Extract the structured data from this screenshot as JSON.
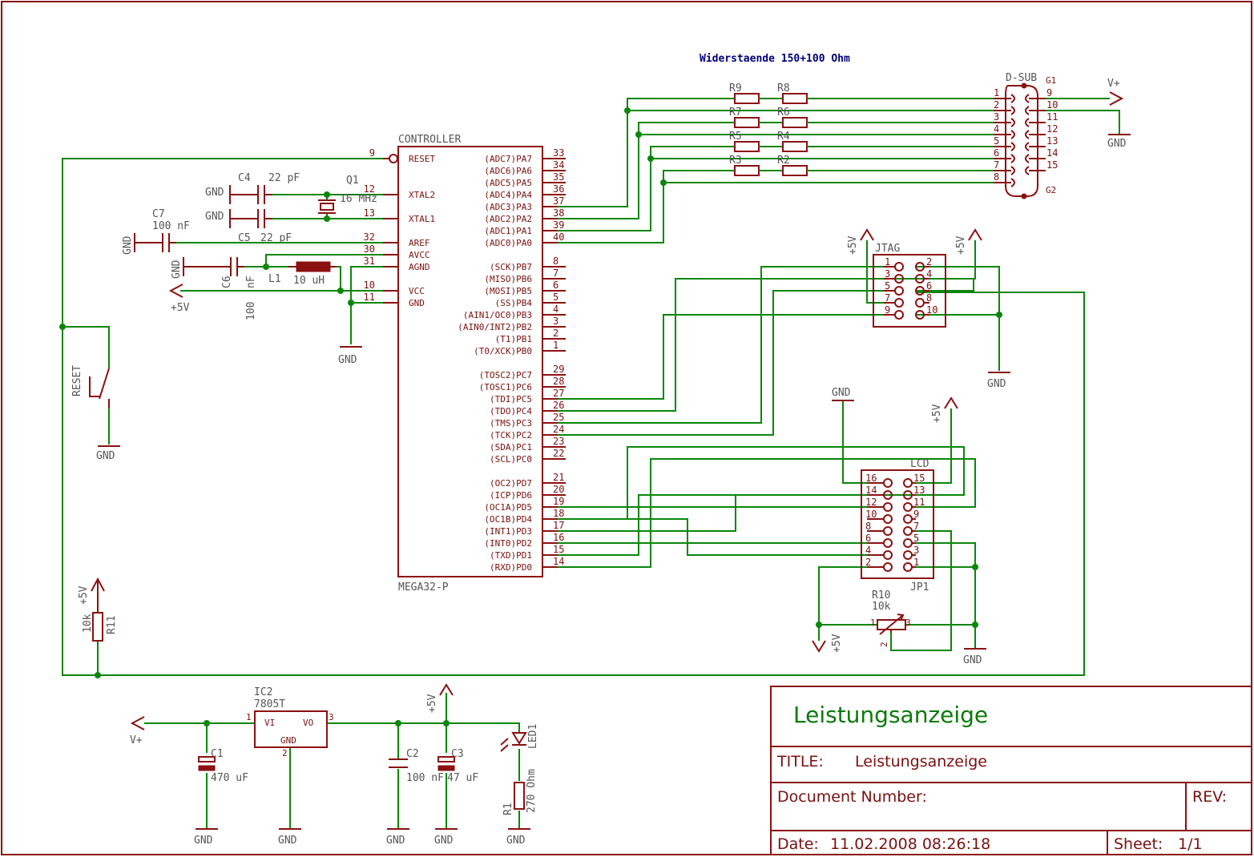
{
  "frame_color": "#8b1010",
  "wire_color": "#0a870a",
  "note": "Widerstaende 150+100 Ohm",
  "controller": {
    "name": "CONTROLLER",
    "value": "MEGA32-P",
    "left_pins": [
      {
        "num": "9",
        "name": "RESET"
      },
      {
        "num": "12",
        "name": "XTAL2"
      },
      {
        "num": "13",
        "name": "XTAL1"
      },
      {
        "num": "32",
        "name": "AREF"
      },
      {
        "num": "30",
        "name": "AVCC"
      },
      {
        "num": "31",
        "name": "AGND"
      },
      {
        "num": "10",
        "name": "VCC"
      },
      {
        "num": "11",
        "name": "GND"
      }
    ],
    "right_pins": [
      {
        "num": "33",
        "name": "(ADC7)PA7"
      },
      {
        "num": "34",
        "name": "(ADC6)PA6"
      },
      {
        "num": "35",
        "name": "(ADC5)PA5"
      },
      {
        "num": "36",
        "name": "(ADC4)PA4"
      },
      {
        "num": "37",
        "name": "(ADC3)PA3"
      },
      {
        "num": "38",
        "name": "(ADC2)PA2"
      },
      {
        "num": "39",
        "name": "(ADC1)PA1"
      },
      {
        "num": "40",
        "name": "(ADC0)PA0"
      },
      {
        "num": "8",
        "name": "(SCK)PB7"
      },
      {
        "num": "7",
        "name": "(MISO)PB6"
      },
      {
        "num": "6",
        "name": "(MOSI)PB5"
      },
      {
        "num": "5",
        "name": "(SS)PB4"
      },
      {
        "num": "4",
        "name": "(AIN1/OC0)PB3"
      },
      {
        "num": "3",
        "name": "(AIN0/INT2)PB2"
      },
      {
        "num": "2",
        "name": "(T1)PB1"
      },
      {
        "num": "1",
        "name": "(T0/XCK)PB0"
      },
      {
        "num": "29",
        "name": "(TOSC2)PC7"
      },
      {
        "num": "28",
        "name": "(TOSC1)PC6"
      },
      {
        "num": "27",
        "name": "(TDI)PC5"
      },
      {
        "num": "26",
        "name": "(TDO)PC4"
      },
      {
        "num": "25",
        "name": "(TMS)PC3"
      },
      {
        "num": "24",
        "name": "(TCK)PC2"
      },
      {
        "num": "23",
        "name": "(SDA)PC1"
      },
      {
        "num": "22",
        "name": "(SCL)PC0"
      },
      {
        "num": "21",
        "name": "(OC2)PD7"
      },
      {
        "num": "20",
        "name": "(ICP)PD6"
      },
      {
        "num": "19",
        "name": "(OC1A)PD5"
      },
      {
        "num": "18",
        "name": "(OC1B)PD4"
      },
      {
        "num": "17",
        "name": "(INT1)PD3"
      },
      {
        "num": "16",
        "name": "(INT0)PD2"
      },
      {
        "num": "15",
        "name": "(TXD)PD1"
      },
      {
        "num": "14",
        "name": "(RXD)PD0"
      }
    ]
  },
  "labels": {
    "gnd": "GND",
    "p5v": "+5V",
    "vplus": "V+",
    "reset": "RESET",
    "c4": "C4",
    "c4v": "22 pF",
    "c5": "C5",
    "c5v": "22 pF",
    "c7": "C7",
    "c7v": "100 nF",
    "c6": "C6",
    "c6v1": "nF",
    "c6v2": "100",
    "q1": "Q1",
    "q1v": "16 MHz",
    "l1": "L1",
    "l1v": "10 uH",
    "r11": "R11",
    "r11v": "10k",
    "r9": "R9",
    "r8": "R8",
    "r7": "R7",
    "r6": "R6",
    "r5": "R5",
    "r4": "R4",
    "r3": "R3",
    "r2": "R2",
    "dsub": "D-SUB",
    "g1": "G1",
    "g2": "G2",
    "jtag": "JTAG",
    "lcd": "LCD",
    "jp1": "JP1",
    "r10": "R10",
    "r10v": "10k",
    "ic2": "IC2",
    "ic2v": "7805T",
    "vi": "VI",
    "vo": "VO",
    "c1": "C1",
    "c1v": "470 uF",
    "c2": "C2",
    "c2v": "100 nF",
    "c3": "C3",
    "c3v": "47 uF",
    "led1": "LED1",
    "r1": "R1",
    "r1v": "270 Ohm"
  },
  "dsub_left": [
    "1",
    "2",
    "3",
    "4",
    "5",
    "6",
    "7",
    "8"
  ],
  "dsub_right": [
    "9",
    "10",
    "11",
    "12",
    "13",
    "14",
    "15"
  ],
  "jtag_left": [
    "1",
    "3",
    "5",
    "7",
    "9"
  ],
  "jtag_right": [
    "2",
    "4",
    "6",
    "8",
    "10"
  ],
  "lcd_left": [
    "16",
    "14",
    "12",
    "10",
    "8",
    "6",
    "4",
    "2"
  ],
  "lcd_right": [
    "15",
    "13",
    "11",
    "9",
    "7",
    "5",
    "3",
    "1"
  ],
  "title_block": {
    "big_title": "Leistungsanzeige",
    "title_label": "TITLE:",
    "title_value": "Leistungsanzeige",
    "doc_label": "Document Number:",
    "doc_value": "",
    "rev_label": "REV:",
    "date_label": "Date:",
    "date_value": "11.02.2008 08:26:18",
    "sheet_label": "Sheet:",
    "sheet_value": "1/1"
  }
}
